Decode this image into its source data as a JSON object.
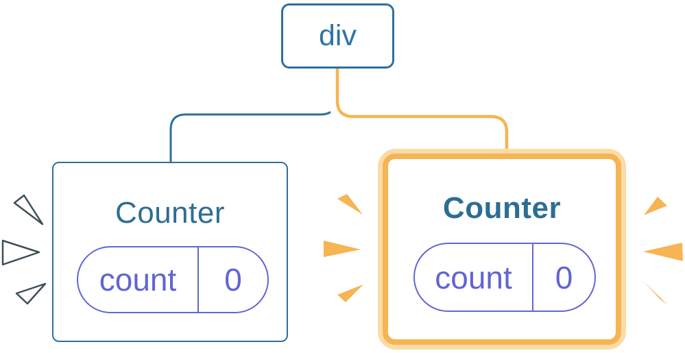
{
  "diagram": {
    "description": "React component tree: a div root with two Counter children; the right Counter is highlighted as just clicked/updated",
    "root": {
      "label": "div"
    },
    "children": [
      {
        "title": "Counter",
        "highlighted": false,
        "state": {
          "key": "count",
          "value": "0"
        }
      },
      {
        "title": "Counter",
        "highlighted": true,
        "state": {
          "key": "count",
          "value": "0"
        }
      }
    ],
    "icons": [
      "click-spark-icon-left-group (3 white outlined rays beside left Counter)",
      "click-spark-icon-middle-group (3 orange rays left of right Counter)",
      "click-spark-icon-right-group (3 orange rays right of right Counter)"
    ],
    "colors": {
      "background": "#ffffff",
      "blue_border": "#2e6f9c",
      "blue_text": "#2f74a3",
      "title_text": "#2d6d92",
      "purple_border": "#6266d0",
      "purple_text": "#6165d2",
      "highlight_orange": "#f6b452",
      "highlight_peach": "#fbdca8",
      "spark_outline": "#3e4e57"
    }
  }
}
